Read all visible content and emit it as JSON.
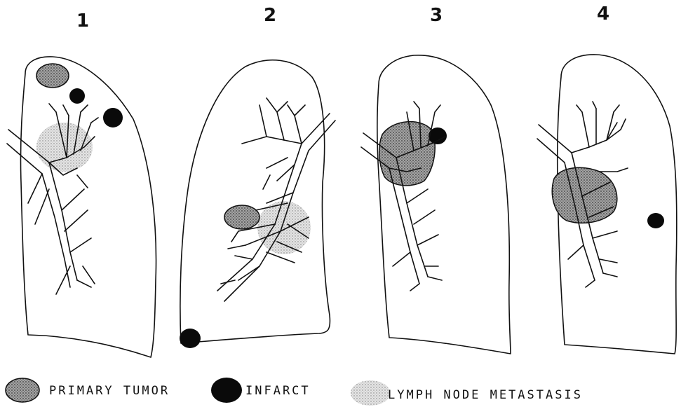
{
  "panels": [
    {
      "number": "1"
    },
    {
      "number": "2"
    },
    {
      "number": "3"
    },
    {
      "number": "4"
    }
  ],
  "legend": {
    "primary_tumor": "PRIMARY TUMOR",
    "infarct": "INFARCT",
    "lymph_node_metastasis": "LYMPH NODE METASTASIS"
  },
  "colors": {
    "ink": "#111111",
    "tumor_fill": "#9a9a9a",
    "lymph_fill": "#c8c8c8",
    "background": "#ffffff"
  }
}
